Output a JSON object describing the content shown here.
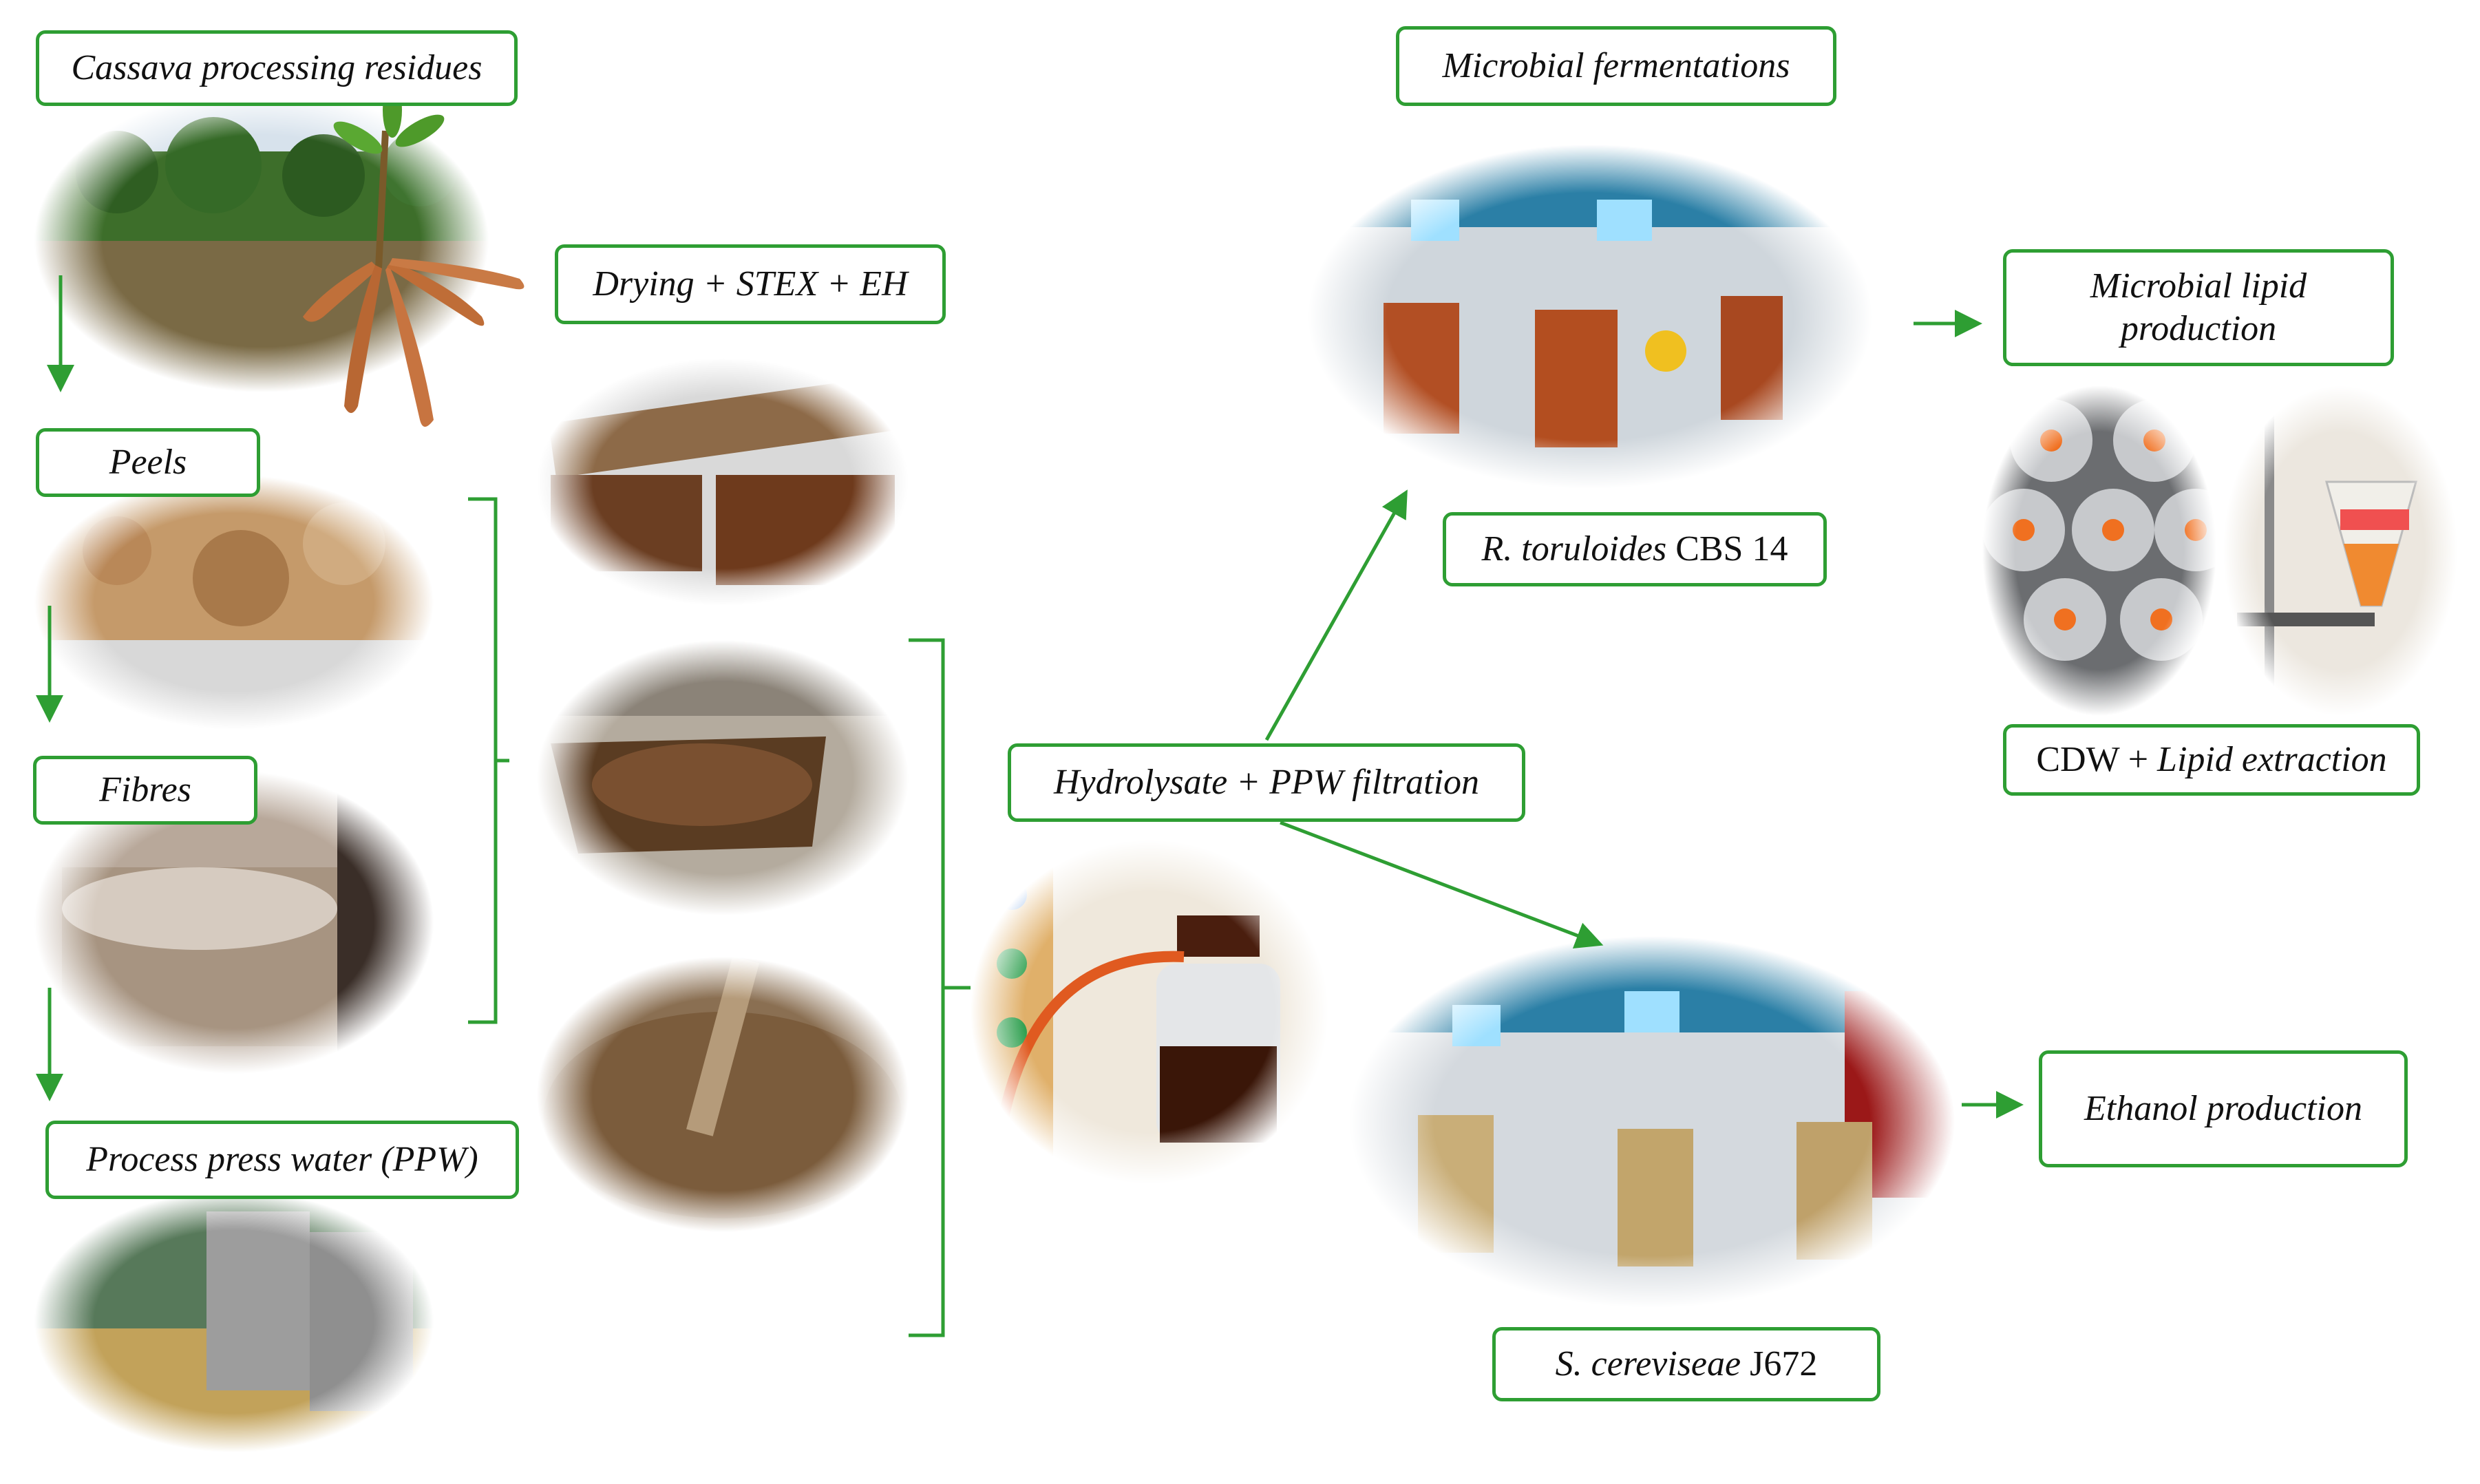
{
  "labels": {
    "cassava": "Cassava processing residues",
    "drying": "Drying + STEX + EH",
    "peels": "Peels",
    "fibres": "Fibres",
    "ppw": "Process press water (PPW)",
    "hydrolysate": "Hydrolysate + PPW filtration",
    "fermentations": "Microbial fermentations",
    "rt_species": "R. toruloides",
    "rt_strain": " CBS 14",
    "lipid_line1": "Microbial lipid",
    "lipid_line2": "production",
    "cdw_plain": "CDW + ",
    "cdw_italic": "Lipid extraction",
    "sc_species": "S. cereviseae",
    "sc_strain": " J672",
    "ethanol": "Ethanol production"
  },
  "colors": {
    "accent_green": "#2e9e33",
    "text": "#111111"
  }
}
